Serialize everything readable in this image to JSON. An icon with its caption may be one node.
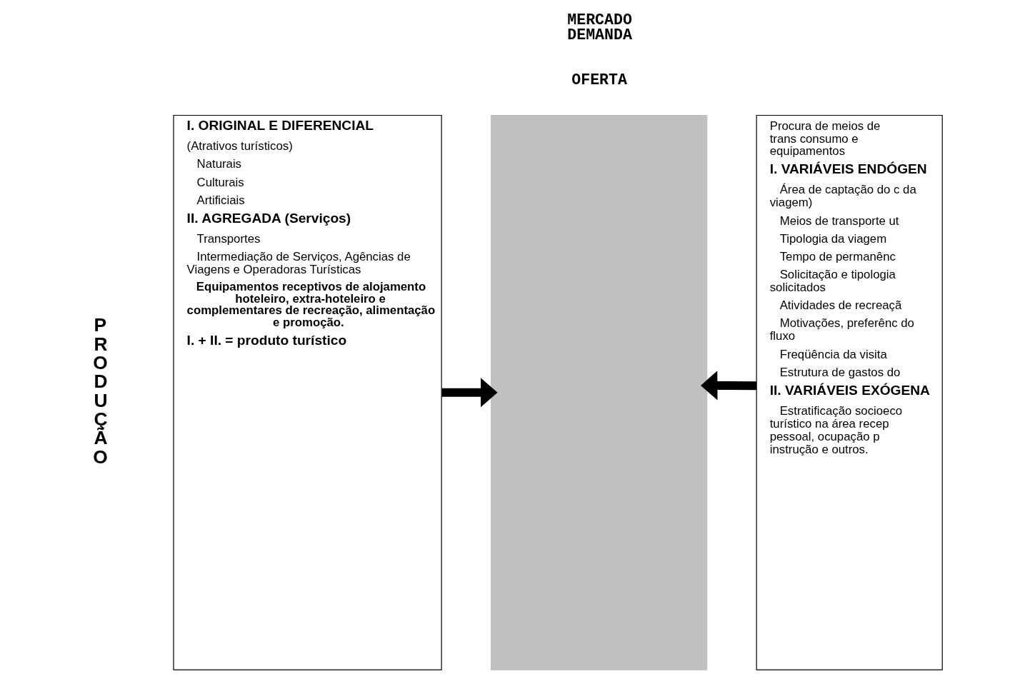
{
  "diagram": {
    "nodes": [
      {
        "text": [
          "I. ORIGINAL E DIFERENCIAL",
          "(Atrativos turísticos)",
          "Naturais",
          "Culturais",
          "Artificiais",
          "II. AGREGADA (Serviços)",
          "Transportes",
          "Intermediação de Serviços, Agências de Viagens e Operadoras Turísticas",
          "Equipamentos receptivos de alojamento hoteleiro, extra-hoteleiro e complementares de recreação, alimentação e promoção.",
          "I. + II. = produto turístico"
        ]
      },
      {
        "text": [],
        "shape": "bar"
      },
      {
        "text": [
          "Procura de meios de trans consumo e equipamentos",
          "I. VARIÁVEIS ENDÓGEN",
          "Área de captação do c da viagem)",
          "Meios de transporte ut",
          "Tipologia da viagem",
          "Tempo de permanênc",
          "Solicitação e tipologia solicitados",
          "Atividades de recreaçã",
          "Motivações, preferênc do fluxo",
          "Freqüência da visita",
          "Estrutura de gastos do",
          "II. VARIÁVEIS EXÓGENA",
          "Estratificação socioeco turístico na área recep pessoal, ocupação p instrução e outros."
        ]
      }
    ],
    "edges": [
      {
        "from": 0,
        "to": 1,
        "arrow": "to"
      },
      {
        "from": 2,
        "to": 1,
        "arrow": "to"
      }
    ],
    "labels": [
      "OFERTA",
      "MERCADO DEMANDA",
      "PRODUÇÃO"
    ]
  }
}
